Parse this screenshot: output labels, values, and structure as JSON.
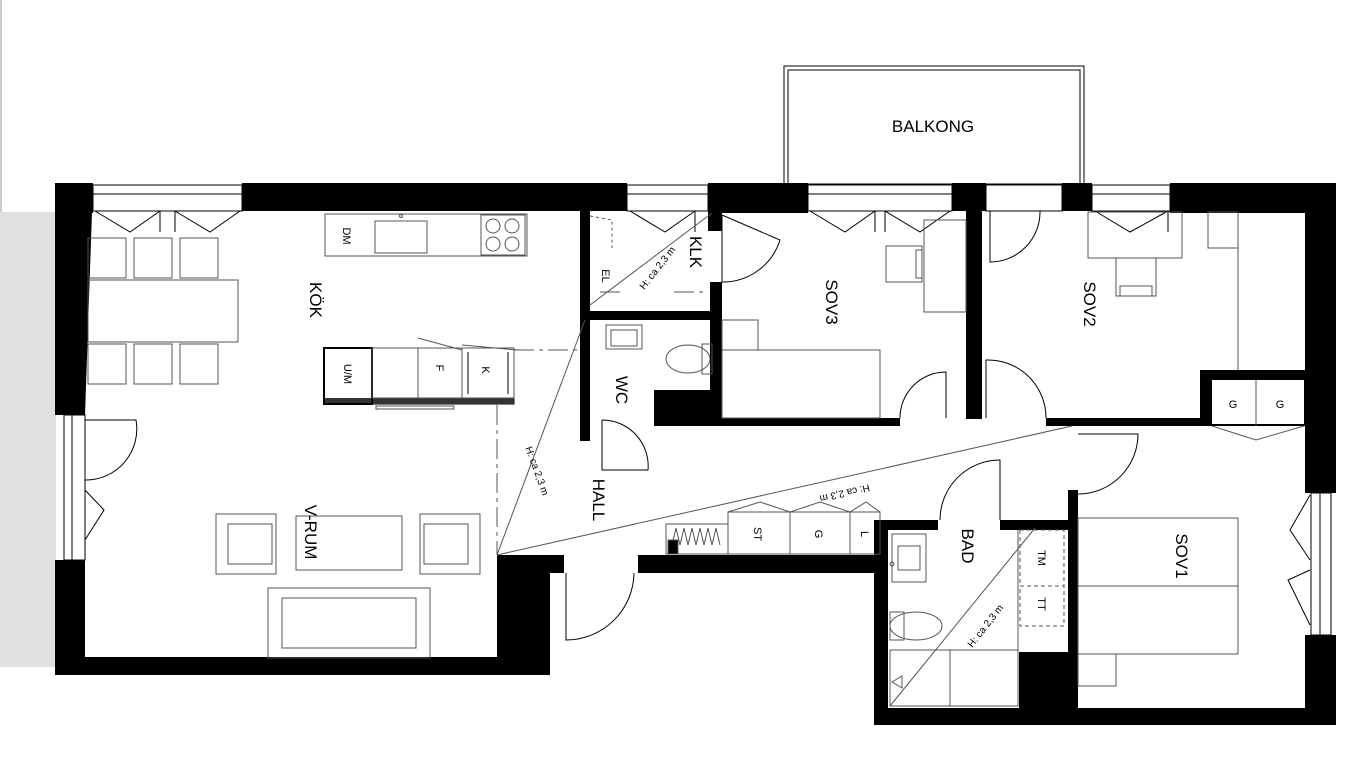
{
  "rooms": {
    "balkong": "BALKONG",
    "kok": "KÖK",
    "vrum": "V-RUM",
    "klk": "KLK",
    "wc": "WC",
    "hall": "HALL",
    "sov3": "SOV3",
    "sov2": "SOV2",
    "sov1": "SOV1",
    "bad": "BAD"
  },
  "fixtures": {
    "dm": "DM",
    "um": "U/M",
    "f": "F",
    "k": "K",
    "el": "EL",
    "st": "ST",
    "g": "G",
    "l": "L",
    "tm": "TM",
    "tt": "TT"
  },
  "heights": {
    "klk": "H: ca 2,3 m",
    "kok": "H: ca 2,3 m",
    "hall": "H: ca 2,3 m",
    "bad": "H: ca 2,3 m"
  },
  "colors": {
    "wall": "#000000",
    "outside": "#e0e0e0"
  }
}
